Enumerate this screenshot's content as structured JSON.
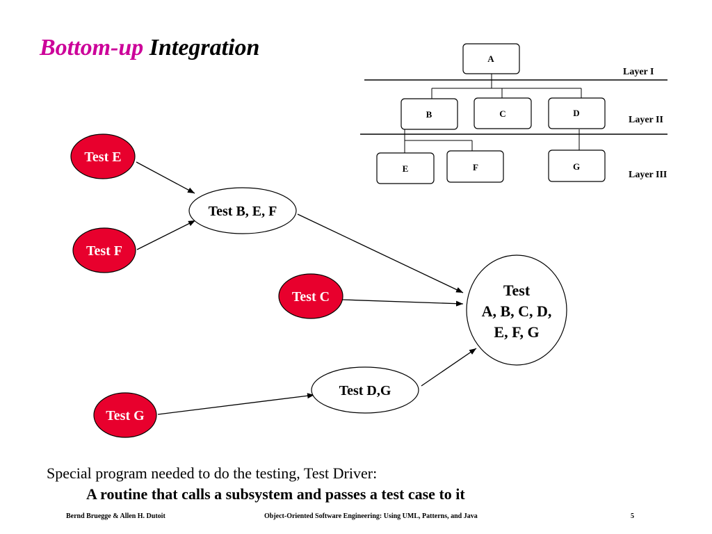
{
  "title": {
    "accent": "Bottom-up",
    "rest": "Integration"
  },
  "colors": {
    "accent": "#cc0099",
    "driver_fill": "#e8002d"
  },
  "hierarchy": {
    "layers": [
      "Layer I",
      "Layer II",
      "Layer III"
    ],
    "nodes": {
      "A": "A",
      "B": "B",
      "C": "C",
      "D": "D",
      "E": "E",
      "F": "F",
      "G": "G"
    }
  },
  "tests": {
    "test_e": "Test E",
    "test_f": "Test F",
    "test_bef": "Test B, E, F",
    "test_c": "Test C",
    "test_all_l1": "Test",
    "test_all_l2": "A, B, C, D,",
    "test_all_l3": "E, F, G",
    "test_dg": "Test D,G",
    "test_g": "Test G"
  },
  "note": {
    "line1": "Special program needed to do the testing, Test Driver:",
    "line2": "A routine that calls a subsystem and passes a test case to it"
  },
  "footer": {
    "authors": "Bernd Bruegge & Allen H. Dutoit",
    "book": "Object-Oriented Software Engineering: Using UML, Patterns, and Java",
    "page": "5"
  }
}
